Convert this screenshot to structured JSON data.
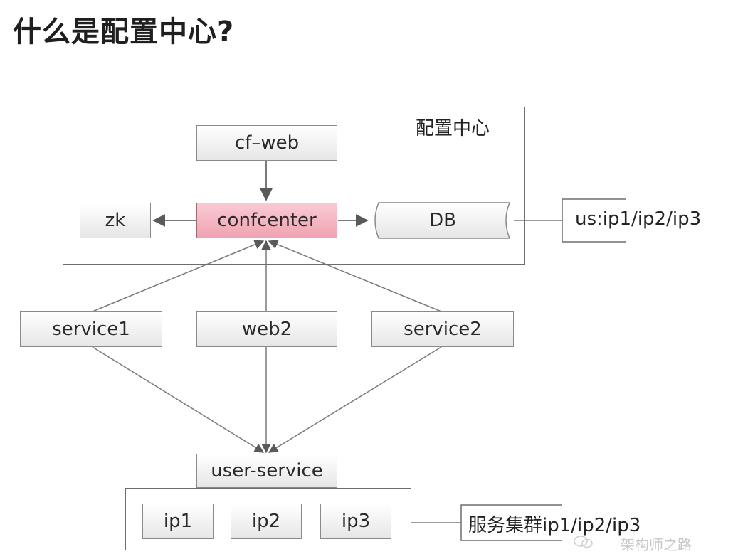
{
  "title": "什么是配置中心?",
  "config_center_label": "配置中心",
  "nodes": {
    "cf_web": "cf–web",
    "confcenter": "confcenter",
    "zk": "zk",
    "db": "DB",
    "us_ips": "us:ip1/ip2/ip3",
    "service1": "service1",
    "web2": "web2",
    "service2": "service2",
    "user_service": "user-service",
    "ip1": "ip1",
    "ip2": "ip2",
    "ip3": "ip3",
    "cluster_ips": "服务集群ip1/ip2/ip3"
  },
  "watermark": "架构师之路",
  "colors": {
    "highlight": "#f4b6c2",
    "line": "#7a7a7a",
    "box_border": "#8a8a8a"
  }
}
